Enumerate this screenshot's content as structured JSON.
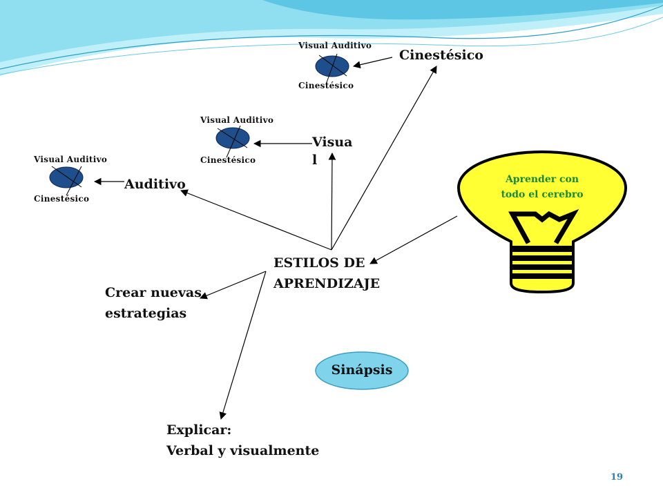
{
  "diagram": {
    "center_label": [
      "ESTILOS DE",
      "APRENDIZAJE"
    ],
    "branches": {
      "auditivo": "Auditivo",
      "visual": [
        "Visua",
        "l"
      ],
      "cinestesico": "Cinestésico",
      "crear": [
        "Crear nuevas",
        "estrategias"
      ],
      "explicar": [
        "Explicar:",
        "Verbal y visualmente"
      ]
    },
    "mini_circles": [
      {
        "top_label": "Visual  Auditivo",
        "bottom_label": "Cinestésico"
      },
      {
        "top_label": "Visual  Auditivo",
        "bottom_label": "Cinestésico"
      },
      {
        "top_label": "Visual  Auditivo",
        "bottom_label": "Cinestésico"
      }
    ],
    "bulb_text": [
      "Aprender con",
      "todo el cerebro"
    ],
    "sinapsis": "Sinápsis"
  },
  "colors": {
    "circle_fill": "#1f4e8c",
    "bulb_fill": "#ffff33",
    "sinapsis_fill": "#7fd3ea",
    "bulb_text": "#1a8a3a",
    "wave_light": "#bfeff8",
    "wave_mid": "#5cc6e4"
  },
  "footer": {
    "page_number": "19"
  }
}
